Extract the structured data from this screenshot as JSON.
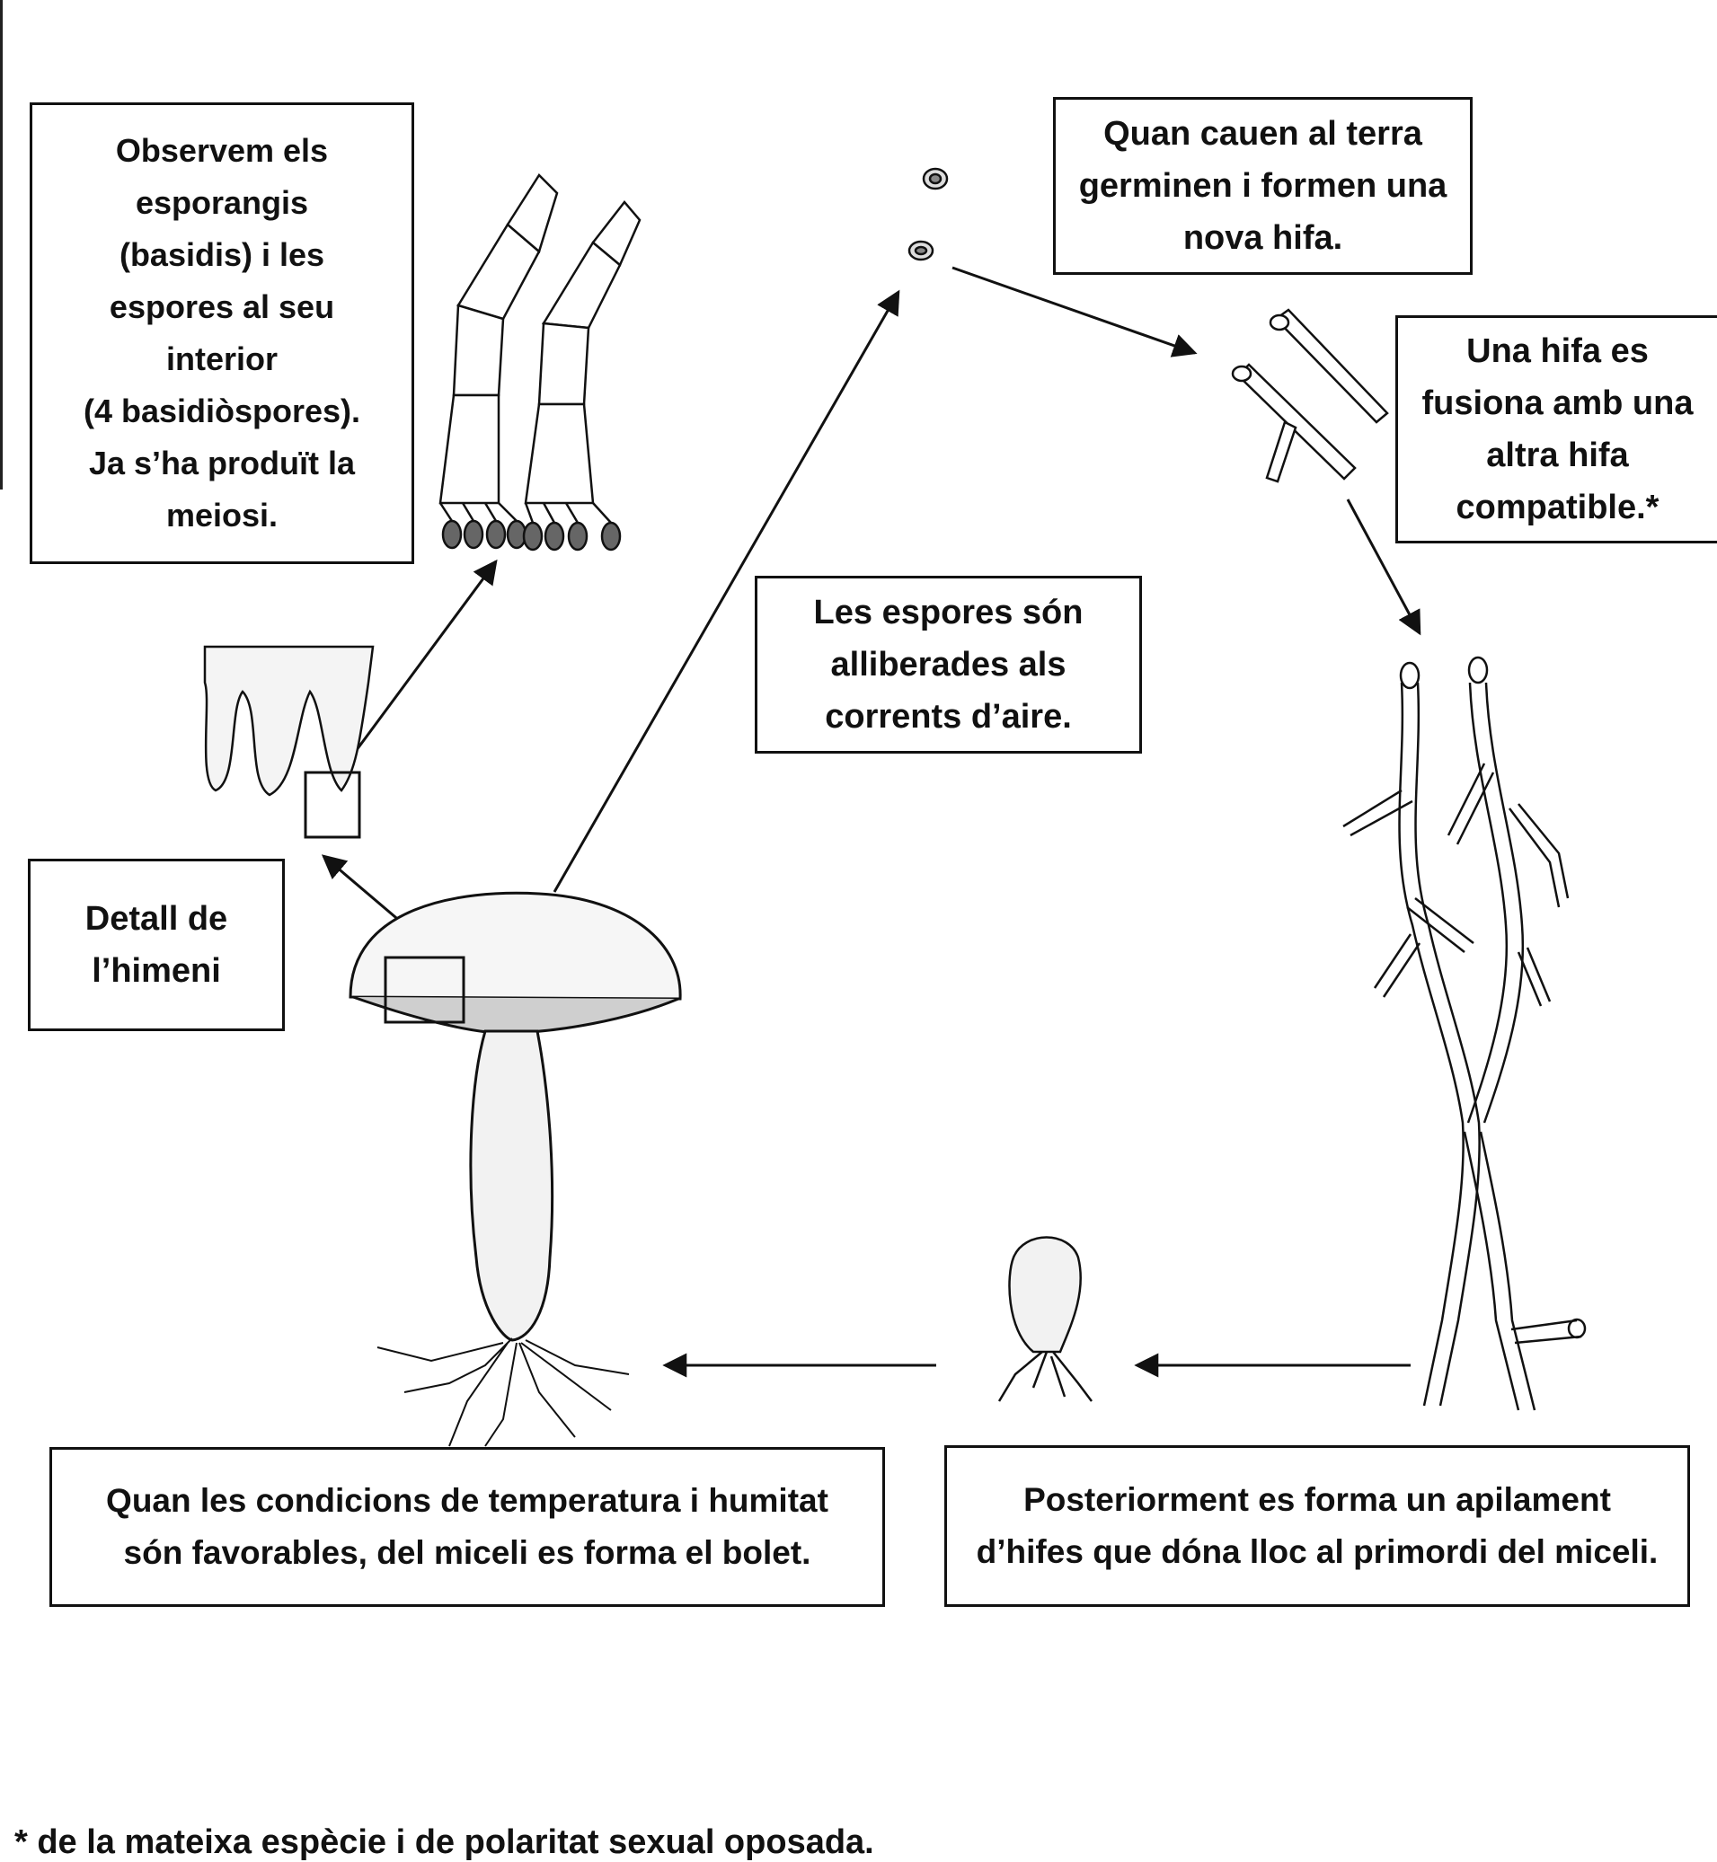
{
  "boxes": {
    "esporangis": [
      "Observem els",
      "esporangis",
      "(basidis) i les",
      "espores al seu",
      "interior",
      "(4 basidiòspores).",
      "Ja s’ha produït la",
      "meiosi."
    ],
    "germinen": [
      "Quan cauen al terra",
      "germinen i formen una",
      "nova hifa."
    ],
    "fusiona": [
      "Una hifa es",
      "fusiona amb una",
      "altra hifa",
      "compatible.*"
    ],
    "alliberades": [
      "Les espores són",
      "alliberades als",
      "corrents d’aire."
    ],
    "himeni": [
      "Detall de",
      "l’himeni"
    ],
    "bolet": [
      "Quan les condicions de temperatura i humitat",
      "són favorables, del miceli es forma el bolet."
    ],
    "apilament": [
      "Posteriorment es forma un apilament",
      "d’hifes que dóna lloc al primordi del miceli."
    ]
  },
  "footnote": "* de la mateixa espècie i de polaritat sexual oposada.",
  "colors": {
    "ink": "#111111",
    "paper": "#ffffff"
  }
}
